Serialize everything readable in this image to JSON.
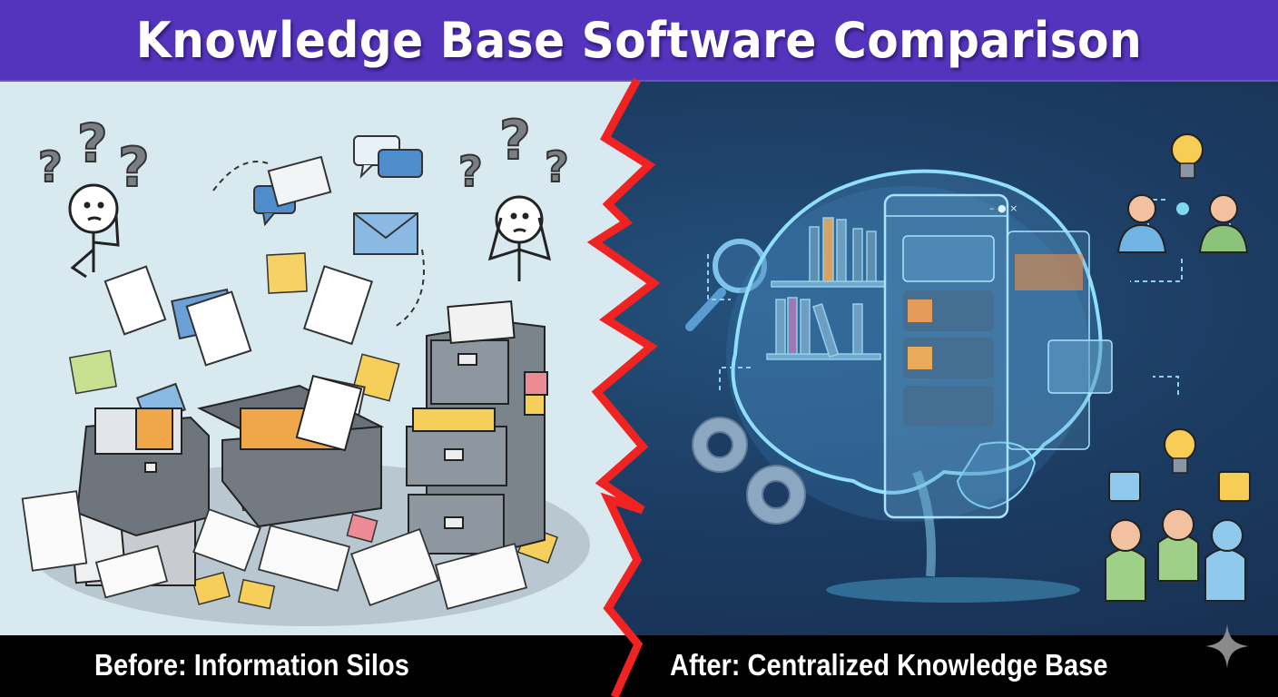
{
  "header": {
    "title": "Knowledge Base Software Comparison",
    "background": "#5434BC"
  },
  "left_panel": {
    "theme": "before",
    "background": "#D8EAF0",
    "elements": [
      "confused-person-left",
      "confused-person-right",
      "question-marks",
      "envelopes",
      "chat-bubbles",
      "sticky-notes",
      "scattered-papers",
      "file-boxes",
      "filing-cabinet"
    ]
  },
  "right_panel": {
    "theme": "after",
    "background": "#1C3C63",
    "elements": [
      "glowing-brain",
      "app-window",
      "bookshelf",
      "magnifying-glass",
      "gears",
      "lightbulb-collaboration",
      "happy-team"
    ]
  },
  "divider": {
    "color": "#F02222",
    "style": "zigzag"
  },
  "footer": {
    "left_caption": "Before: Information Silos",
    "right_caption": "After: Centralized Knowledge Base"
  },
  "watermark": {
    "icon": "sparkle-icon",
    "color": "#8a8a8a"
  }
}
